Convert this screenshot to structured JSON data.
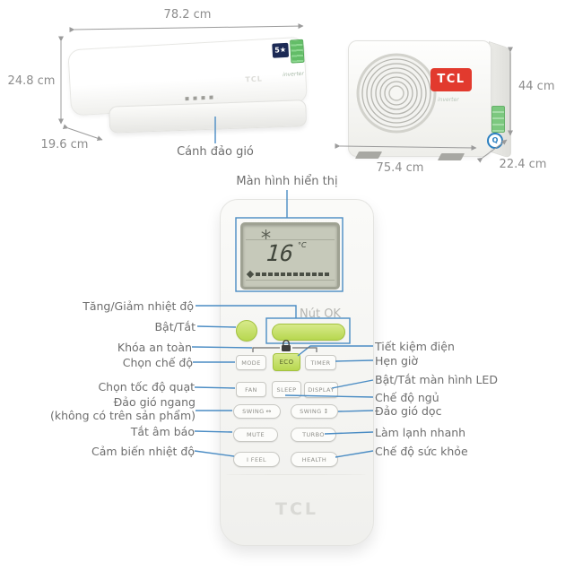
{
  "indoor_unit": {
    "width_label": "78.2 cm",
    "height_label": "24.8 cm",
    "depth_label": "19.6 cm",
    "flap_label": "Cánh đảo gió",
    "brand": "TCL",
    "inverter_text": "inverter",
    "energy_star": "5★"
  },
  "outdoor_unit": {
    "height_label": "44 cm",
    "width_label": "75.4 cm",
    "depth_label": "22.4 cm",
    "brand": "TCL",
    "inverter_text": "inverter",
    "badge": "Q"
  },
  "remote": {
    "brand": "TCL",
    "display": {
      "mode_icon": "snowflake",
      "temperature": "16",
      "unit": "°C"
    },
    "buttons": {
      "mode": "MODE",
      "eco": "ECO",
      "timer": "TIMER",
      "fan": "FAN",
      "sleep": "SLEEP",
      "display": "DISPLAY",
      "swing_h": "SWING",
      "swing_h_arrow": "↔",
      "swing_v": "SWING",
      "swing_v_arrow": "↕",
      "mute": "MUTE",
      "turbo": "TURBO",
      "ifeel": "I FEEL",
      "health": "HEALTH"
    }
  },
  "annotations": {
    "display_label": "Màn hình hiển thị",
    "ok_label": "Nút OK",
    "left": [
      "Tăng/Giảm nhiệt độ",
      "Bật/Tắt",
      "Khóa an toàn",
      "Chọn chế độ",
      "Chọn tốc độ quạt",
      "Đảo gió ngang",
      "(không có trên sản phẩm)",
      "Tắt âm báo",
      "Cảm biến nhiệt độ"
    ],
    "right": [
      "Tiết kiệm điện",
      "Hẹn giờ",
      "Bật/Tắt màn hình LED",
      "Chế độ ngủ",
      "Đảo gió dọc",
      "Làm lạnh nhanh",
      "Chế độ sức khỏe"
    ]
  },
  "colors": {
    "accent_blue": "#4a8cc4",
    "button_green": "#c3de67",
    "brand_red": "#e23a2e",
    "dimension_gray": "#8c8c8c",
    "lcd_background": "#c6c9ba"
  }
}
